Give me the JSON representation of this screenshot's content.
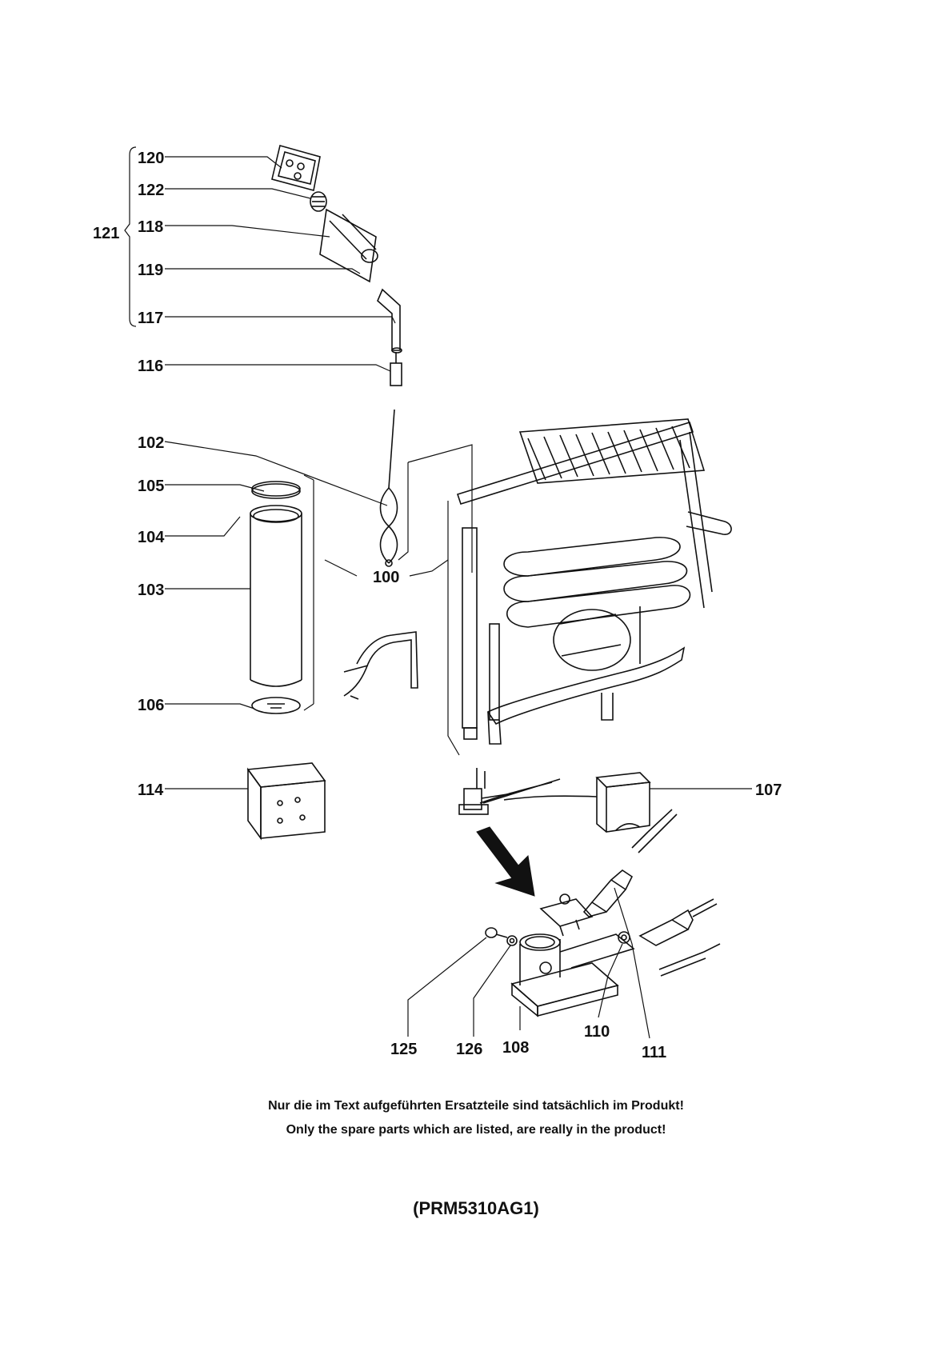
{
  "callouts": {
    "c120": "120",
    "c122": "122",
    "c118": "118",
    "c119": "119",
    "c117": "117",
    "c121": "121",
    "c116": "116",
    "c102": "102",
    "c105": "105",
    "c104": "104",
    "c103": "103",
    "c100": "100",
    "c106": "106",
    "c114": "114",
    "c107": "107",
    "c125": "125",
    "c126": "126",
    "c108": "108",
    "c110": "110",
    "c111": "111"
  },
  "notes": {
    "german": "Nur die im Text aufgeführten Ersatzteile sind tatsächlich im Produkt!",
    "english": "Only the spare parts which are listed, are really in the product!"
  },
  "model_code": "(PRM5310AG1)"
}
